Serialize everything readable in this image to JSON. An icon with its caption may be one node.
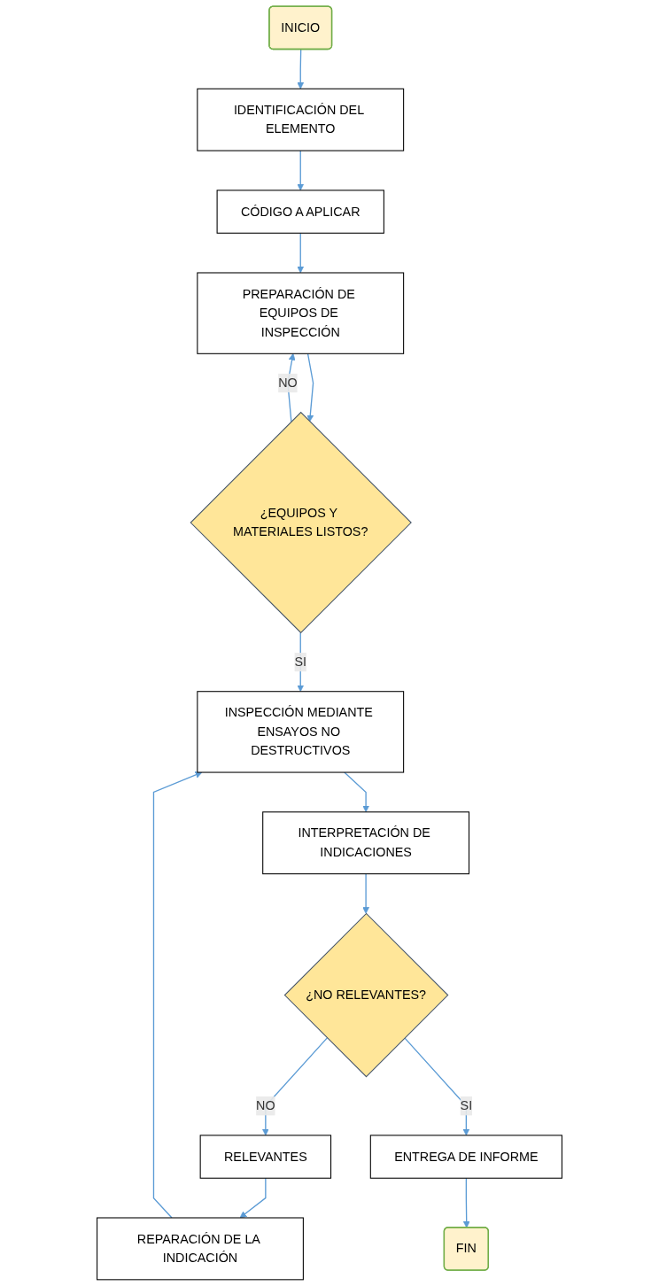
{
  "diagram": {
    "nodes": [
      {
        "text": [
          "INICIO"
        ]
      },
      {
        "text": [
          "IDENTIFICACIÓN DEL ELEMENTO"
        ]
      },
      {
        "text": [
          "CÓDIGO A APLICAR"
        ]
      },
      {
        "text": [
          "PREPARACIÓN DE EQUIPOS DE INSPECCIÓN"
        ]
      },
      {
        "text": [
          "¿EQUIPOS Y MATERIALES LISTOS?"
        ]
      },
      {
        "text": [
          "INSPECCIÓN MEDIANTE ENSAYOS NO DESTRUCTIVOS"
        ]
      },
      {
        "text": [
          "INTERPRETACIÓN DE INDICACIONES"
        ]
      },
      {
        "text": [
          "¿NO RELEVANTES?"
        ]
      },
      {
        "text": [
          "RELEVANTES"
        ]
      },
      {
        "text": [
          "REPARACIÓN DE LA INDICACIÓN"
        ]
      },
      {
        "text": [
          "ENTREGA DE INFORME"
        ]
      },
      {
        "text": [
          "FIN"
        ]
      }
    ],
    "edges": [
      {
        "from": 0,
        "to": 1,
        "arrow": "to"
      },
      {
        "from": 1,
        "to": 2,
        "arrow": "to"
      },
      {
        "from": 2,
        "to": 3,
        "arrow": "to"
      },
      {
        "from": 3,
        "to": 4,
        "arrow": "to"
      },
      {
        "from": 4,
        "to": 3,
        "arrow": "to",
        "label": "NO"
      },
      {
        "from": 4,
        "to": 5,
        "arrow": "to",
        "label": "SI"
      },
      {
        "from": 5,
        "to": 6,
        "arrow": "to"
      },
      {
        "from": 6,
        "to": 7,
        "arrow": "to"
      },
      {
        "from": 7,
        "to": 8,
        "arrow": "to",
        "label": "NO"
      },
      {
        "from": 8,
        "to": 9,
        "arrow": "to"
      },
      {
        "from": 9,
        "to": 5,
        "arrow": "to"
      },
      {
        "from": 7,
        "to": 10,
        "arrow": "to",
        "label": "SI"
      },
      {
        "from": 10,
        "to": 11,
        "arrow": "to"
      }
    ]
  }
}
